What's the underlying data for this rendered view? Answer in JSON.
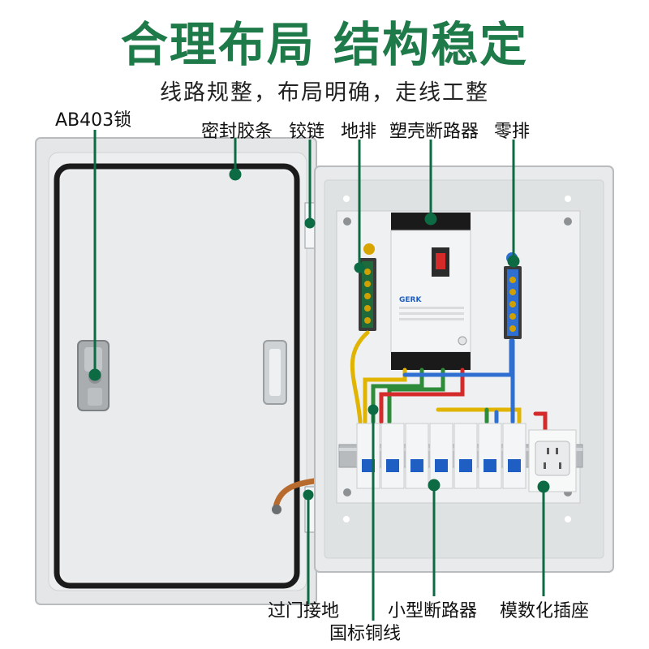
{
  "headline": "合理布局 结构稳定",
  "subheadline": "线路规整，布局明确，走线工整",
  "labels": {
    "lock": "AB403锁",
    "seal": "密封胶条",
    "hinge": "铰链",
    "ground_bar": "地排",
    "mccb": "塑壳断路器",
    "neutral_bar": "零排",
    "door_ground": "过门接地",
    "mcb": "小型断路器",
    "copper_wire": "国标铜线",
    "socket": "模数化插座"
  },
  "breaker_brand": "GERK",
  "colors": {
    "accent_green": "#1f7a4a",
    "leader_line": "#0d6b44",
    "cabinet_gray": "#e9ebec",
    "wire_yellow": "#e0b400",
    "wire_green": "#2e8b3a",
    "wire_red": "#d42a2a",
    "wire_blue": "#2f6fd1",
    "breaker_blue": "#1f5fc4"
  },
  "icons": [
    "lock-icon",
    "hinge-icon",
    "ground-symbol-icon",
    "neutral-symbol-icon",
    "handle-icon",
    "socket-icon"
  ]
}
